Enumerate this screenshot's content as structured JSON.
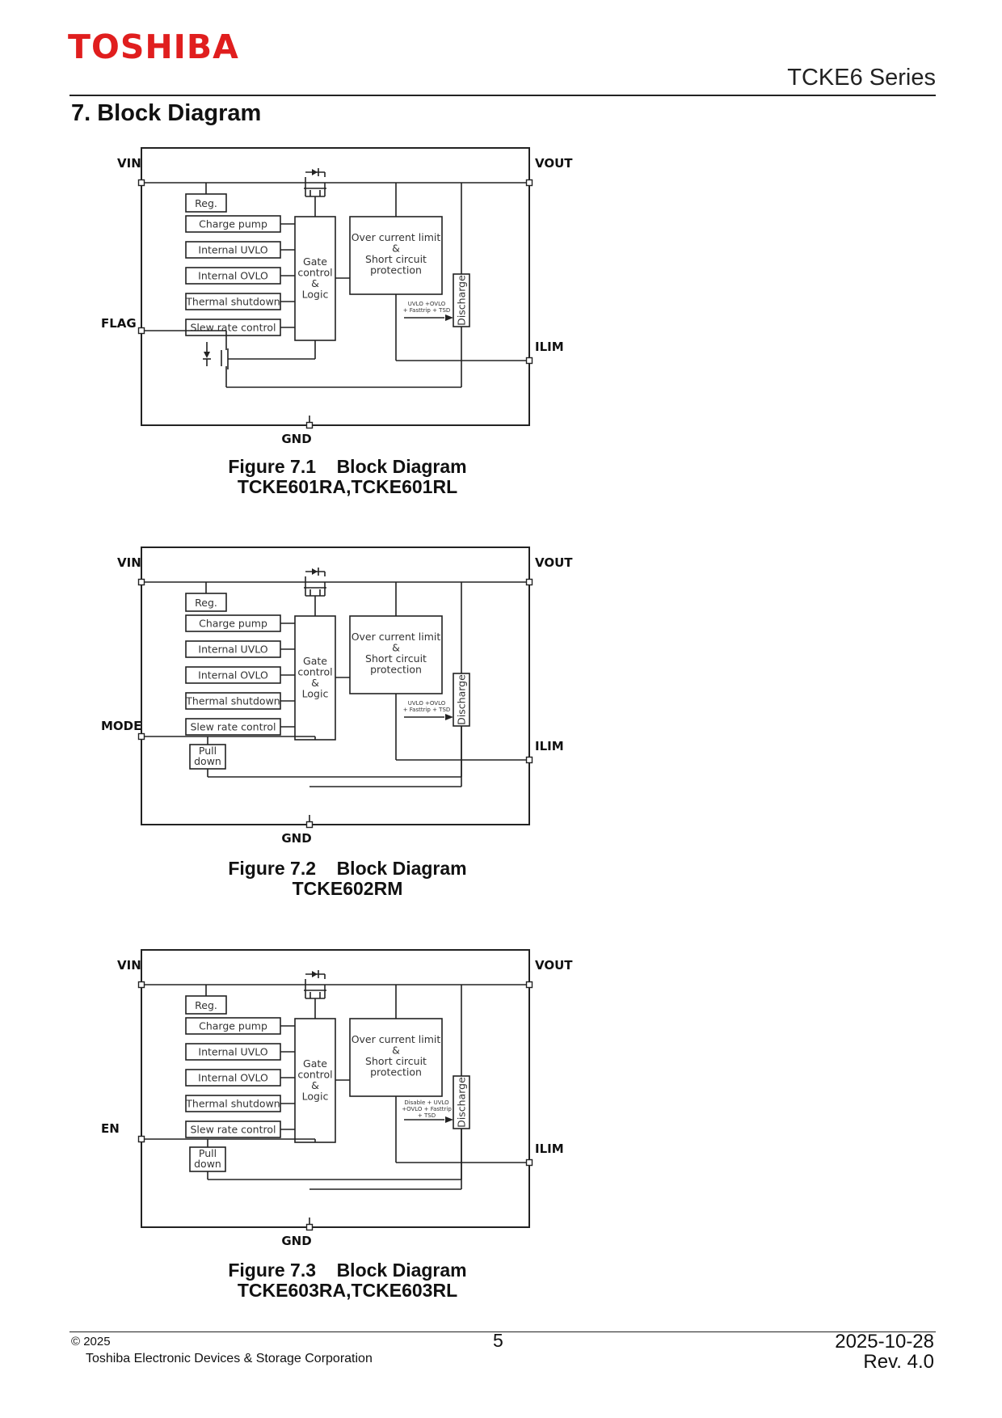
{
  "header": {
    "logo": "TOSHIBA",
    "series": "TCKE6  Series"
  },
  "section_title": "7. Block Diagram",
  "blocks": {
    "reg": "Reg.",
    "charge_pump": "Charge pump",
    "uvlo": "Internal UVLO",
    "ovlo": "Internal OVLO",
    "thermal": "Thermal shutdown",
    "slew": "Slew rate control",
    "gate": [
      "Gate",
      "control",
      "&",
      "Logic"
    ],
    "ocl": [
      "Over current limit",
      "&",
      "Short circuit",
      "protection"
    ],
    "discharge": "Discharge",
    "pull_down": [
      "Pull",
      "down"
    ]
  },
  "pins": {
    "vin": "VIN",
    "vout": "VOUT",
    "ilim": "ILIM",
    "gnd": "GND"
  },
  "figures": [
    {
      "pin": "FLAG",
      "trigger": [
        "UVLO +OVLO",
        "+ Fasttrip + TSD"
      ],
      "caption": [
        "Figure 7.1    Block Diagram",
        "TCKE601RA,TCKE601RL"
      ]
    },
    {
      "pin": "MODE",
      "trigger": [
        "UVLO +OVLO",
        "+ Fasttrip + TSD"
      ],
      "caption": [
        "Figure 7.2    Block Diagram",
        "TCKE602RM"
      ]
    },
    {
      "pin": "EN",
      "trigger": [
        "Disable + UVLO",
        "+OVLO + Fasttrip",
        "+ TSD"
      ],
      "caption": [
        "Figure 7.3    Block Diagram",
        "TCKE603RA,TCKE603RL"
      ]
    }
  ],
  "footer": {
    "copyright": "© 2025",
    "company": "Toshiba Electronic Devices & Storage Corporation",
    "page": "5",
    "date": "2025-10-28",
    "revision": "Rev. 4.0"
  }
}
